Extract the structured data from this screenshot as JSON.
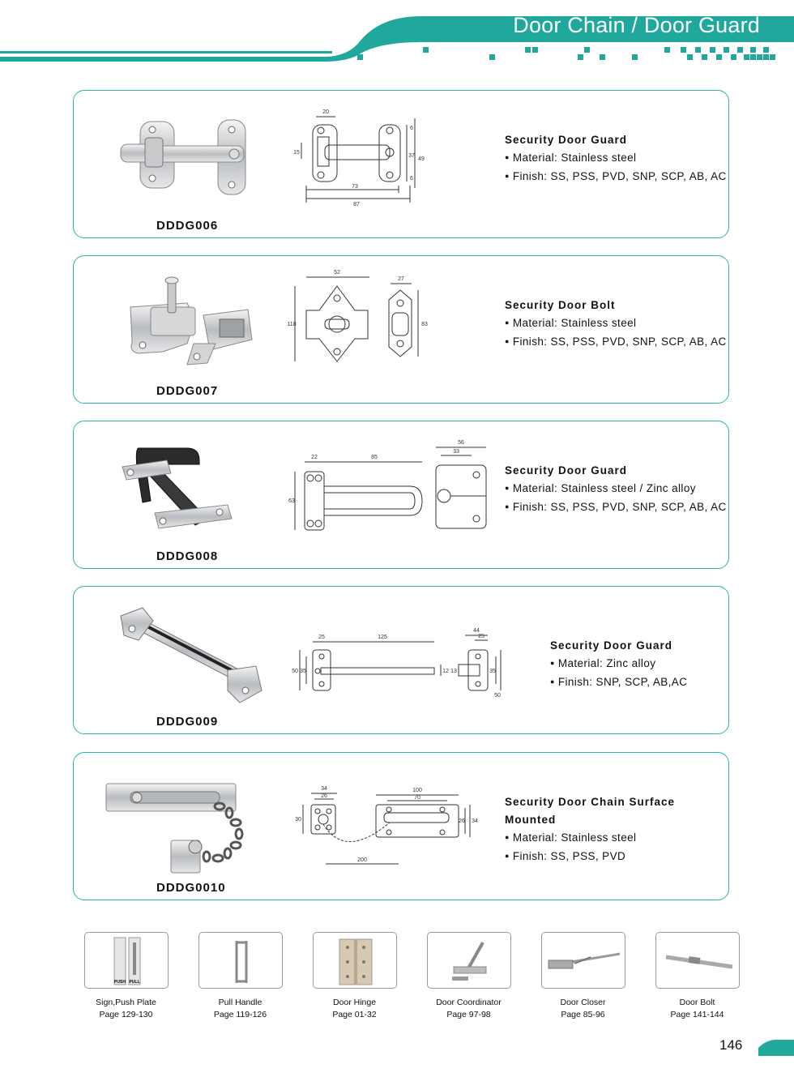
{
  "header": {
    "title": "Door Chain / Door Guard",
    "accent": "#1fa89b"
  },
  "products": [
    {
      "code": "DDDG006",
      "title": "Security Door Guard",
      "material": "Material: Stainless  steel",
      "finish": "Finish: SS, PSS, PVD, SNP, SCP, AB, AC",
      "dims": [
        "20",
        "15",
        "73",
        "87",
        "6",
        "37",
        "49",
        "6"
      ]
    },
    {
      "code": "DDDG007",
      "title": "Security Door Bolt",
      "material": "Material: Stainless  steel",
      "finish": "Finish: SS, PSS, PVD, SNP, SCP, AB, AC",
      "dims": [
        "52",
        "118",
        "27",
        "83"
      ]
    },
    {
      "code": "DDDG008",
      "title": "Security Door Guard",
      "material": "Material: Stainless  steel / Zinc  alloy",
      "finish": "Finish: SS, PSS, PVD, SNP, SCP, AB, AC",
      "dims": [
        "22",
        "85",
        "63",
        "56",
        "33"
      ]
    },
    {
      "code": "DDDG009",
      "title": "Security Door Guard",
      "material": "Material: Zinc alloy",
      "finish": "Finish: SNP, SCP, AB,AC",
      "dims": [
        "25",
        "125",
        "50",
        "35",
        "12",
        "44",
        "25",
        "13",
        "35",
        "50"
      ]
    },
    {
      "code": "DDDG0010",
      "title": "Security Door Chain Surface Mounted",
      "material": "Material: Stainless steel",
      "finish": "Finish: SS, PSS, PVD",
      "dims": [
        "34",
        "26",
        "30",
        "100",
        "70",
        "200",
        "26",
        "34"
      ]
    }
  ],
  "related": [
    {
      "label": "Sign,Push Plate",
      "pages": "Page 129-130",
      "icon": "push-plate-icon",
      "sign_a": "PUSH",
      "sign_b": "PULL"
    },
    {
      "label": "Pull Handle",
      "pages": "Page 119-126",
      "icon": "pull-handle-icon"
    },
    {
      "label": "Door Hinge",
      "pages": "Page 01-32",
      "icon": "hinge-icon"
    },
    {
      "label": "Door Coordinator",
      "pages": "Page 97-98",
      "icon": "coordinator-icon"
    },
    {
      "label": "Door Closer",
      "pages": "Page 85-96",
      "icon": "closer-icon"
    },
    {
      "label": "Door Bolt",
      "pages": "Page 141-144",
      "icon": "bolt-icon"
    }
  ],
  "page_number": "146"
}
